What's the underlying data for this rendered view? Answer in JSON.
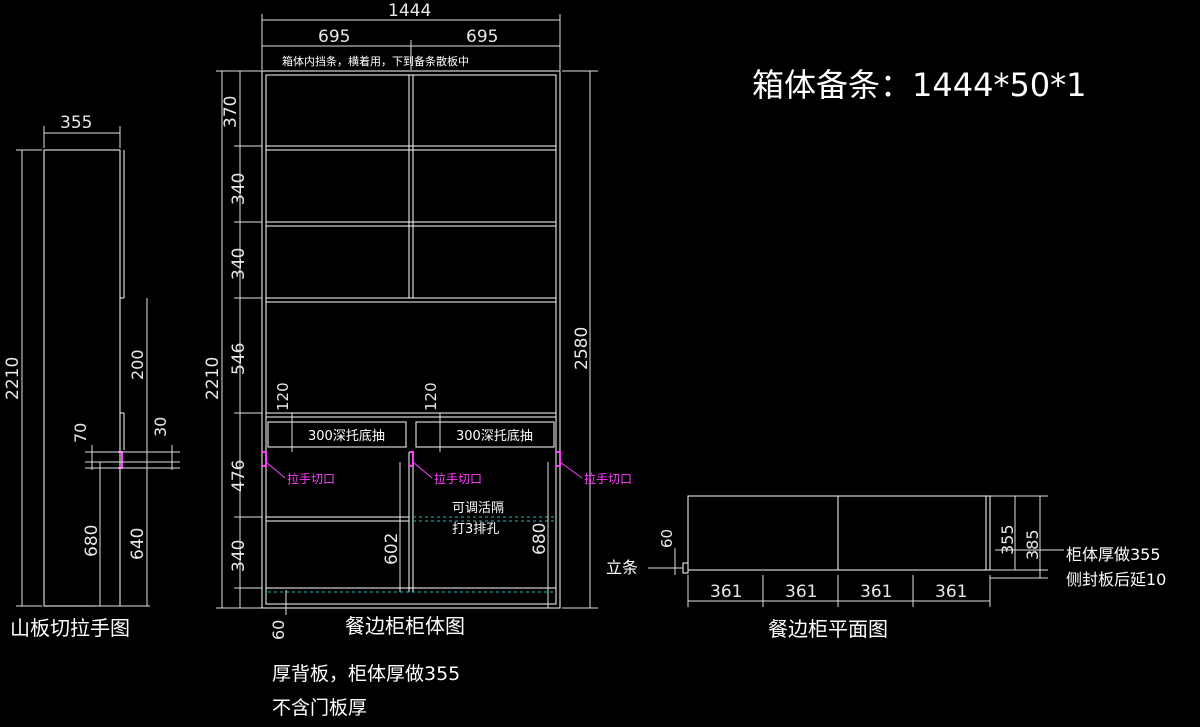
{
  "header": {
    "title": "箱体备条：1444*50*1"
  },
  "side_view": {
    "caption": "山板切拉手图",
    "dims": {
      "width": "355",
      "height": "2210",
      "upper": "200",
      "gap30": "30",
      "gap70": "70",
      "lower680": "680",
      "lower640": "640"
    }
  },
  "cabinet": {
    "caption": "餐边柜柜体图",
    "note_top": "箱体内挡条，横着用，下到备条散板中",
    "dims": {
      "total_width": "1444",
      "half_left": "695",
      "half_right": "695",
      "total_height": "2580",
      "height_2210": "2210",
      "h370": "370",
      "h340a": "340",
      "h340b": "340",
      "h546": "546",
      "h476": "476",
      "h340c": "340",
      "h60": "60",
      "h120a": "120",
      "h120b": "120",
      "h602": "602",
      "h680": "680"
    },
    "drawer_left": "300深托底抽",
    "drawer_right": "300深托底抽",
    "handle_labels": [
      "拉手切口",
      "拉手切口",
      "拉手切口"
    ],
    "shelf_note": [
      "可调活隔",
      "打3排孔"
    ],
    "note_bottom": [
      "厚背板，柜体厚做355",
      "不含门板厚"
    ]
  },
  "plan": {
    "caption": "餐边柜平面图",
    "segments": [
      "361",
      "361",
      "361",
      "361"
    ],
    "depth_355": "355",
    "depth_385": "385",
    "left_60": "60",
    "post_label": "立条",
    "notes": [
      "柜体厚做355",
      "侧封板后延10"
    ]
  },
  "colors": {
    "line": "#ffffff",
    "dim": "#e0e0e0",
    "handle": "#ff3dff",
    "hidden": "#22b8b8"
  }
}
